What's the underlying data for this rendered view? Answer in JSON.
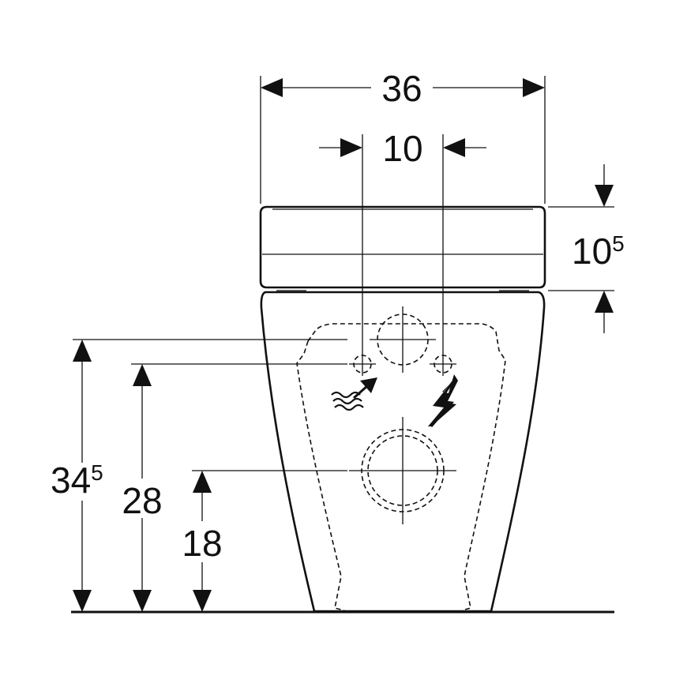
{
  "dimensions": {
    "overall_width": {
      "main": "36"
    },
    "connection_spacing": {
      "main": "10"
    },
    "lid_height": {
      "main": "10",
      "sup": "5"
    },
    "height_upper_connection": {
      "main": "34",
      "sup": "5"
    },
    "height_side_connections": {
      "main": "28"
    },
    "height_drain": {
      "main": "18"
    }
  },
  "icons": {
    "water": "water-supply-icon",
    "power": "electrical-supply-icon"
  },
  "colors": {
    "line": "#111111",
    "background": "#ffffff"
  }
}
